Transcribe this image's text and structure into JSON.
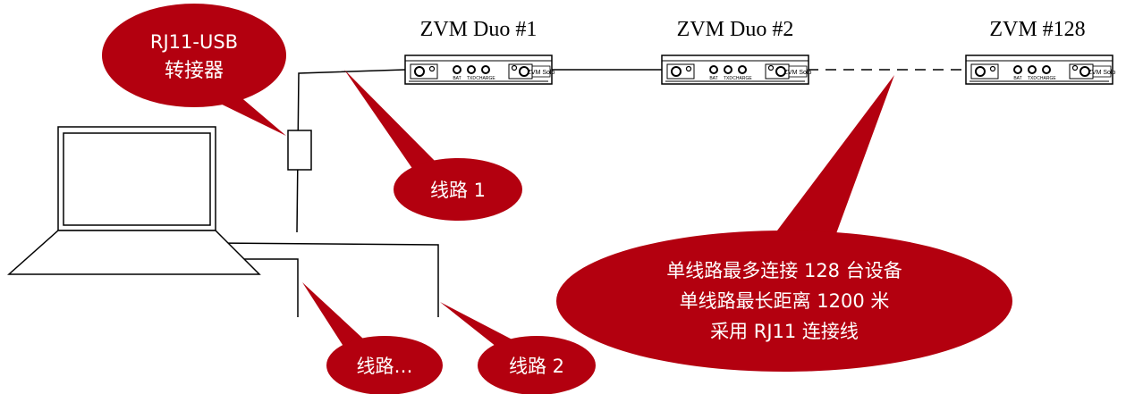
{
  "colors": {
    "callout": "#b3000f",
    "line": "#000000",
    "background": "#ffffff"
  },
  "devices": [
    {
      "title": "ZVM Duo #1",
      "badge": "ZVM Solo",
      "port_labels": [
        "BAT",
        "TXD",
        "CHARGE"
      ]
    },
    {
      "title": "ZVM Duo #2",
      "badge": "ZVM Solo",
      "port_labels": [
        "BAT",
        "TXD",
        "CHARGE"
      ]
    },
    {
      "title": "ZVM    #128",
      "badge": "ZVM Solo",
      "port_labels": [
        "BAT",
        "TXD",
        "CHARGE"
      ]
    }
  ],
  "callouts": {
    "adapter": {
      "line1": "RJ11-USB",
      "line2": "转接器"
    },
    "line1": "线路 1",
    "line2": "线路 2",
    "line_more": "线路…",
    "info": {
      "line1": "单线路最多连接 128 台设备",
      "line2": "单线路最长距离 1200 米",
      "line3": "采用 RJ11 连接线"
    }
  },
  "icons": {
    "laptop": "laptop-icon",
    "adapter": "usb-adapter-icon"
  }
}
